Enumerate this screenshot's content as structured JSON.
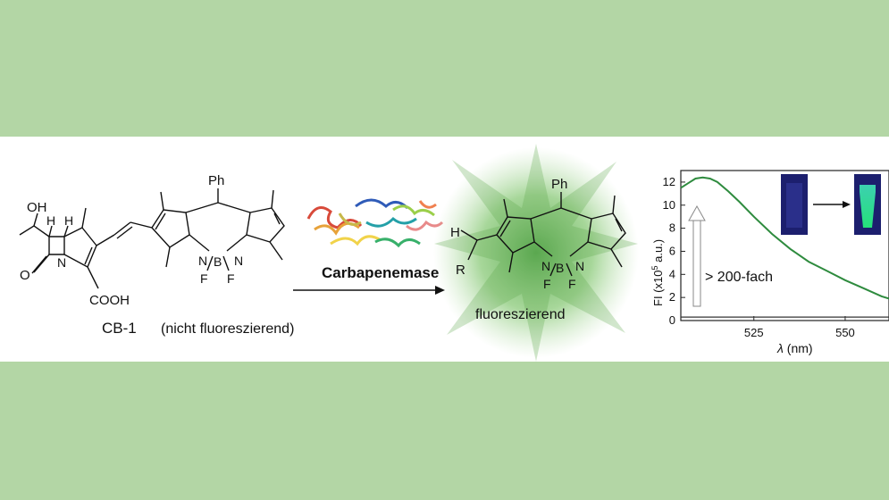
{
  "reactant": {
    "name": "CB-1",
    "state": "(nicht fluoreszierend)",
    "atoms": {
      "oh": "OH",
      "h1": "H",
      "h2": "H",
      "n": "N",
      "o": "O",
      "cooh": "COOH",
      "ph": "Ph",
      "n_left": "N",
      "n_right": "N",
      "b": "B",
      "f1": "F",
      "f2": "F"
    }
  },
  "enzyme": {
    "label": "Carbapenemase"
  },
  "product": {
    "state": "fluoreszierend",
    "atoms": {
      "h": "H",
      "r": "R",
      "ph": "Ph",
      "n_left": "N",
      "n_right": "N",
      "b": "B",
      "f1": "F",
      "f2": "F"
    }
  },
  "spectrum": {
    "ylabel_prefix": "FI (x10",
    "ylabel_exp": "5",
    "ylabel_suffix": " a.u.)",
    "xlabel_symbol": "λ",
    "xlabel_unit": " (nm)",
    "annotation": "> 200-fach"
  },
  "colors": {
    "band": "#b3d6a5",
    "curve": "#2e8b3e",
    "glow": "#5fae4a"
  },
  "chart_data": {
    "type": "line",
    "xlabel": "λ (nm)",
    "ylabel": "FI (x10^5 a.u.)",
    "xlim": [
      505,
      562
    ],
    "ylim": [
      0,
      13
    ],
    "xticks": [
      525,
      550
    ],
    "yticks": [
      0,
      2,
      4,
      6,
      8,
      10,
      12
    ],
    "series": [
      {
        "x": [
          505,
          507,
          509,
          511,
          513,
          515,
          518,
          521,
          525,
          530,
          535,
          540,
          545,
          550,
          555,
          560,
          562
        ],
        "y": [
          11.5,
          11.9,
          12.3,
          12.4,
          12.3,
          12.0,
          11.2,
          10.3,
          9.0,
          7.5,
          6.2,
          5.1,
          4.3,
          3.5,
          2.8,
          2.1,
          1.9
        ]
      },
      {
        "x": [
          505,
          562
        ],
        "y": [
          0.3,
          0.3
        ]
      }
    ]
  }
}
